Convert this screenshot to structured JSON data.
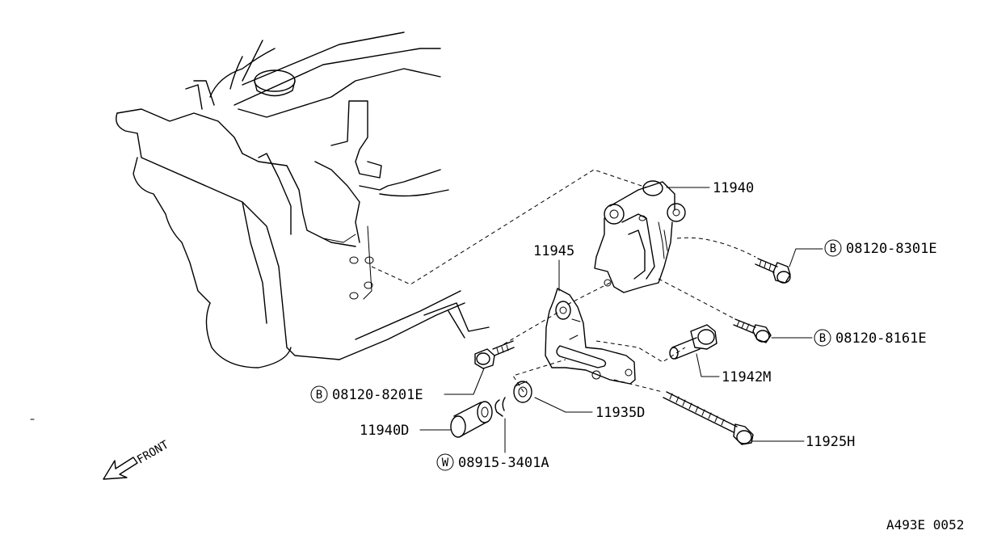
{
  "parts": {
    "bracket": "11940",
    "plate": "11945",
    "spacer": "11940D",
    "washer_small": "11935D",
    "bolt_short": "11942M",
    "bolt_long": "11925H"
  },
  "fasteners": {
    "bolt_top": {
      "symbol": "B",
      "number": "08120-8301E"
    },
    "bolt_mid": {
      "symbol": "B",
      "number": "08120-8161E"
    },
    "bolt_left": {
      "symbol": "B",
      "number": "08120-8201E"
    },
    "washer": {
      "symbol": "W",
      "number": "08915-3401A"
    }
  },
  "front_label": "FRONT",
  "figure_code": "A493E 0052"
}
